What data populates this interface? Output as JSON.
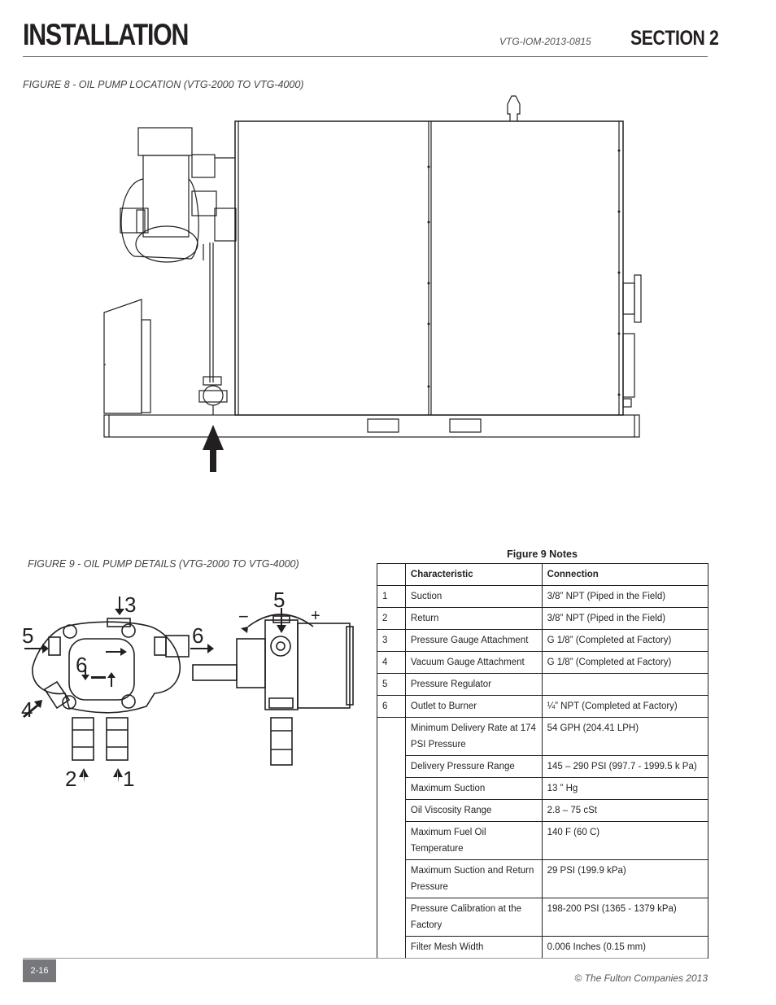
{
  "header": {
    "title": "INSTALLATION",
    "doc_number": "VTG-IOM-2013-0815",
    "section": "SECTION 2"
  },
  "figure8": {
    "caption": "FIGURE 8  -  OIL PUMP LOCATION (VTG-2000 TO VTG-4000)"
  },
  "figure9": {
    "caption": "FIGURE 9 - OIL PUMP DETAILS (VTG-2000 TO VTG-4000)",
    "callouts": {
      "n1": "1",
      "n2": "2",
      "n3": "3",
      "n4": "4",
      "n5_left": "5",
      "n6_right": "6",
      "n6_center": "6",
      "n5_side": "5",
      "minus": "−",
      "plus": "+"
    }
  },
  "notes_table": {
    "title": "Figure 9 Notes",
    "headers": [
      "",
      "Characteristic",
      "Connection"
    ],
    "numbered_rows": [
      {
        "num": "1",
        "characteristic": "Suction",
        "connection": "3/8” NPT (Piped in the Field)"
      },
      {
        "num": "2",
        "characteristic": "Return",
        "connection": "3/8” NPT (Piped in the Field)"
      },
      {
        "num": "3",
        "characteristic": "Pressure Gauge Attachment",
        "connection": "G 1/8” (Completed at Factory)"
      },
      {
        "num": "4",
        "characteristic": "Vacuum Gauge Attachment",
        "connection": "G 1/8” (Completed at Factory)"
      },
      {
        "num": "5",
        "characteristic": "Pressure Regulator",
        "connection": ""
      },
      {
        "num": "6",
        "characteristic": "Outlet to Burner",
        "connection": "¼” NPT (Completed at Factory)"
      }
    ],
    "spec_rows": [
      {
        "characteristic": "Minimum Delivery Rate at 174 PSI Pressure",
        "connection": "54 GPH (204.41 LPH)"
      },
      {
        "characteristic": "Delivery Pressure Range",
        "connection": "145 – 290 PSI (997.7 - 1999.5 k Pa)"
      },
      {
        "characteristic": "Maximum Suction",
        "connection": "13 ” Hg"
      },
      {
        "characteristic": "Oil Viscosity Range",
        "connection": "2.8 – 75 cSt"
      },
      {
        "characteristic": "Maximum Fuel Oil Temperature",
        "connection": "140 F (60 C)"
      },
      {
        "characteristic": "Maximum Suction and Return Pressure",
        "connection": "29 PSI (199.9 kPa)"
      },
      {
        "characteristic": "Pressure Calibration at the Factory",
        "connection": "198-200 PSI (1365 - 1379 kPa)"
      },
      {
        "characteristic": "Filter Mesh Width",
        "connection": "0.006 Inches (0.15 mm)"
      }
    ]
  },
  "footer": {
    "page_number": "2-16",
    "copyright": "© The Fulton Companies 2013"
  }
}
